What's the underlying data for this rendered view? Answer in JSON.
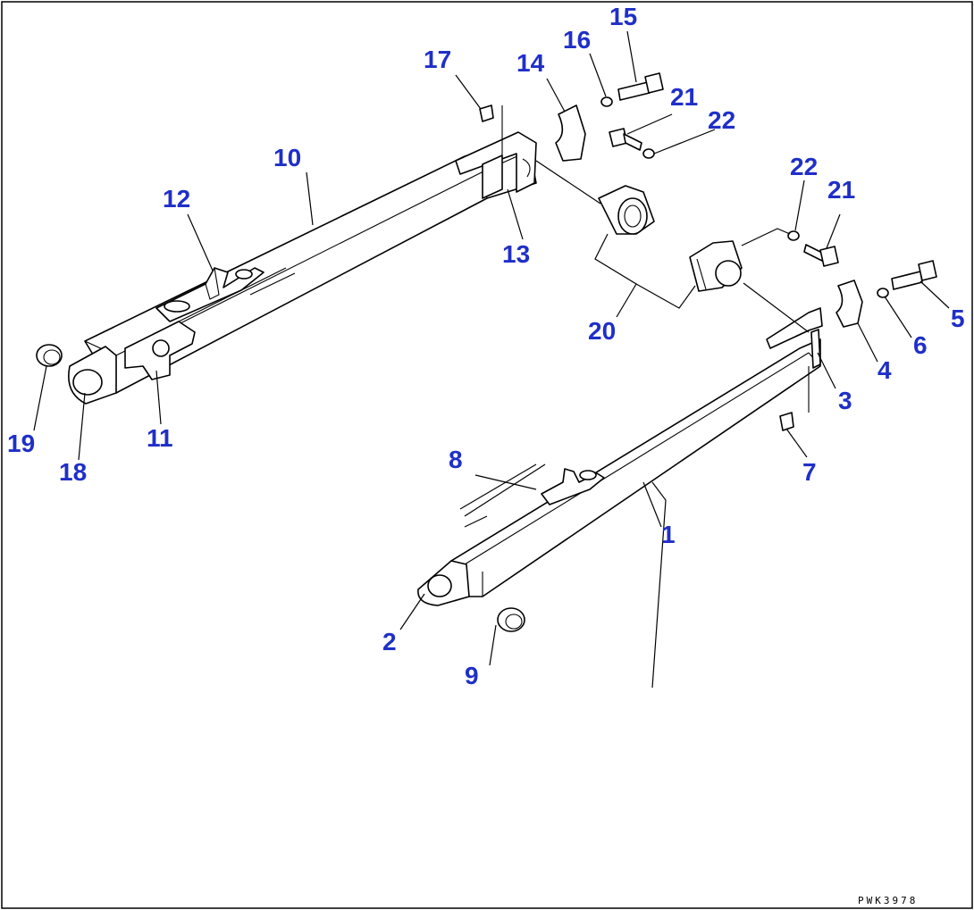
{
  "diagram": {
    "callouts": [
      "1",
      "2",
      "3",
      "4",
      "5",
      "6",
      "7",
      "8",
      "9",
      "10",
      "11",
      "12",
      "13",
      "14",
      "15",
      "16",
      "17",
      "18",
      "19",
      "20",
      "21",
      "22",
      "21",
      "22"
    ],
    "drawing_code": "PWK3978",
    "colors": {
      "callout": "#1f2fc8",
      "line": "#000000",
      "background": "#ffffff"
    }
  }
}
